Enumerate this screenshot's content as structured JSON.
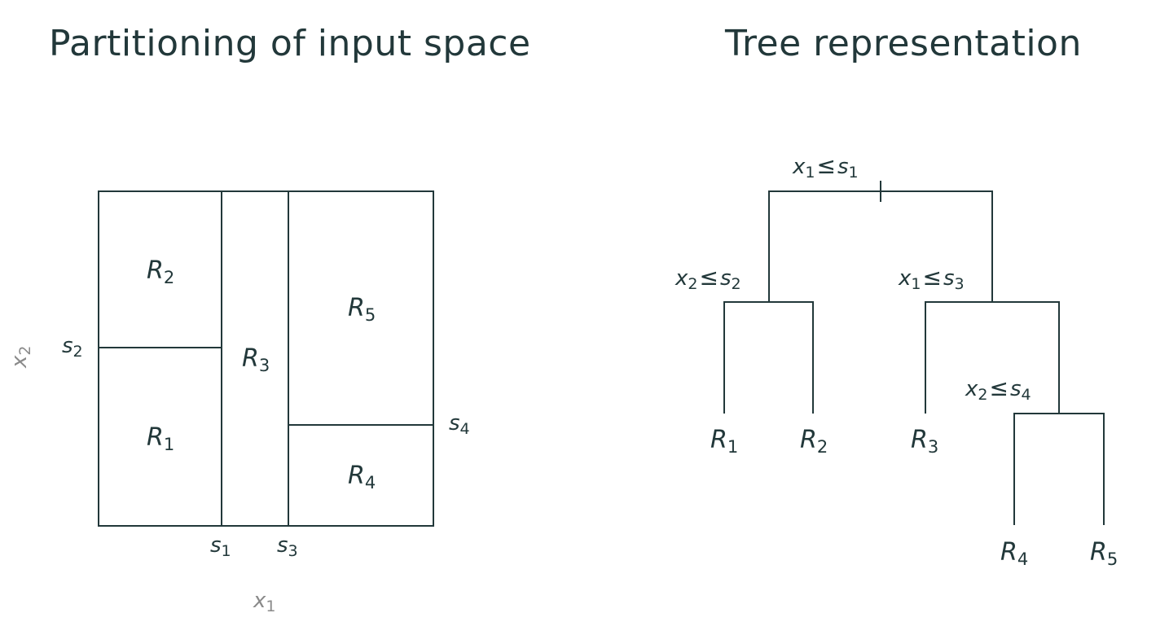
{
  "titles": {
    "left": "Partitioning of input space",
    "right": "Tree representation"
  },
  "partition": {
    "x_axis_var": "x",
    "x_axis_sub": "1",
    "y_axis_var": "x",
    "y_axis_sub": "2",
    "splits": {
      "s1": {
        "var": "s",
        "sub": "1"
      },
      "s2": {
        "var": "s",
        "sub": "2"
      },
      "s3": {
        "var": "s",
        "sub": "3"
      },
      "s4": {
        "var": "s",
        "sub": "4"
      }
    },
    "regions": {
      "r1": {
        "var": "R",
        "sub": "1"
      },
      "r2": {
        "var": "R",
        "sub": "2"
      },
      "r3": {
        "var": "R",
        "sub": "3"
      },
      "r4": {
        "var": "R",
        "sub": "4"
      },
      "r5": {
        "var": "R",
        "sub": "5"
      }
    }
  },
  "tree": {
    "nodes": {
      "root": {
        "lhs": "x",
        "lhs_sub": "1",
        "op": "≤",
        "rhs": "s",
        "rhs_sub": "1"
      },
      "left": {
        "lhs": "x",
        "lhs_sub": "2",
        "op": "≤",
        "rhs": "s",
        "rhs_sub": "2"
      },
      "right": {
        "lhs": "x",
        "lhs_sub": "1",
        "op": "≤",
        "rhs": "s",
        "rhs_sub": "3"
      },
      "right_right": {
        "lhs": "x",
        "lhs_sub": "2",
        "op": "≤",
        "rhs": "s",
        "rhs_sub": "4"
      }
    },
    "leaves": {
      "r1": {
        "var": "R",
        "sub": "1"
      },
      "r2": {
        "var": "R",
        "sub": "2"
      },
      "r3": {
        "var": "R",
        "sub": "3"
      },
      "r4": {
        "var": "R",
        "sub": "4"
      },
      "r5": {
        "var": "R",
        "sub": "5"
      }
    }
  },
  "colors": {
    "ink": "#22383a",
    "axis_label": "#8a8a8a",
    "background": "#ffffff"
  }
}
